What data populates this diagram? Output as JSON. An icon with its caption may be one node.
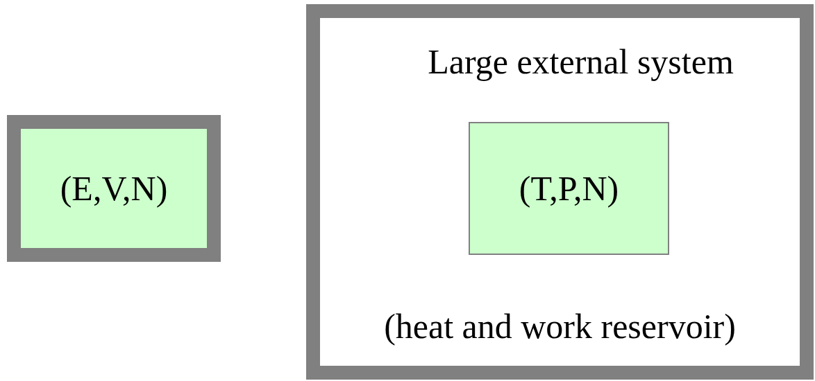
{
  "diagram": {
    "nodes": [
      {
        "text": [
          "(E,V,N)"
        ]
      },
      {
        "text": [
          "Large external system",
          "(heat and work reservoir)"
        ]
      },
      {
        "text": [
          "(T,P,N)"
        ],
        "in": 1
      }
    ]
  }
}
